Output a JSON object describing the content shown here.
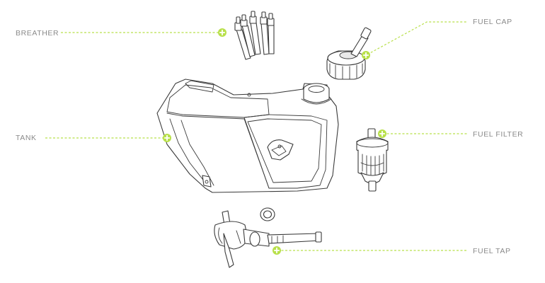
{
  "labels": {
    "breather": "BREATHER",
    "tank": "TANK",
    "fuel_cap": "FUEL CAP",
    "fuel_filter": "FUEL FILTER",
    "fuel_tap": "FUEL TAP"
  },
  "colors": {
    "accent": "#b8e04a",
    "label_text": "#8a8a8a",
    "line_art": "#3a3a3a"
  },
  "hotspot_icon": "plus-circle-icon"
}
